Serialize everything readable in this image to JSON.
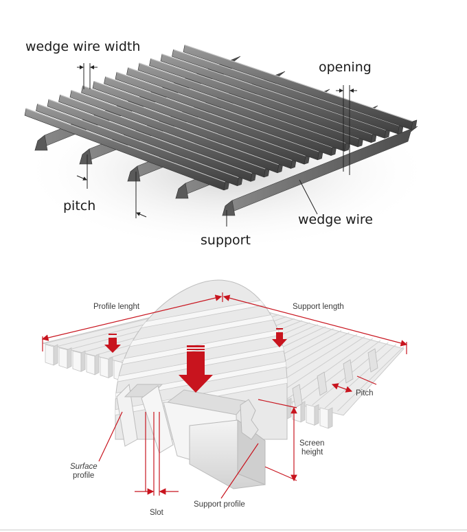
{
  "top_diagram": {
    "labels": {
      "wedge_wire_width": "wedge wire width",
      "opening": "opening",
      "pitch": "pitch",
      "wedge_wire": "wedge wire",
      "support": "support"
    }
  },
  "bottom_diagram": {
    "labels": {
      "profile_length": "Profile lenght",
      "support_length": "Support length",
      "pitch": "Pitch",
      "screen_height_line1": "Screen",
      "screen_height_line2": "height",
      "surface_profile_line1": "Surface",
      "surface_profile_line2": "profile",
      "slot": "Slot",
      "support_profile": "Support profile"
    },
    "colors": {
      "dimension_line": "#c8141e",
      "arrow": "#c8141e"
    }
  }
}
